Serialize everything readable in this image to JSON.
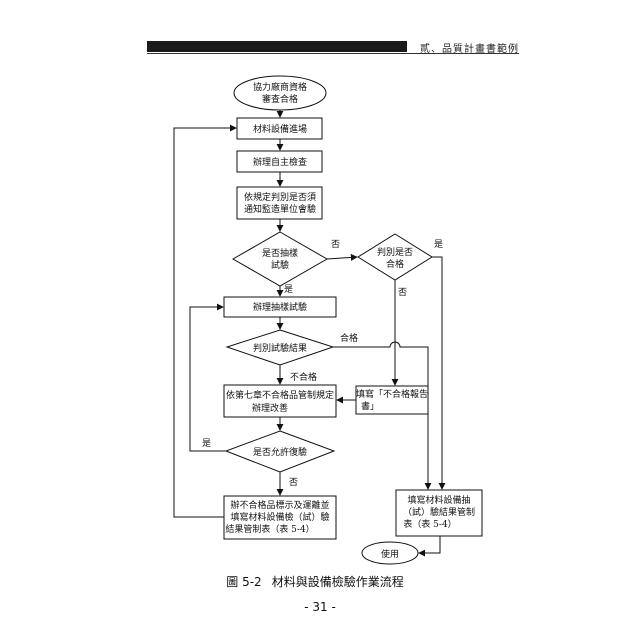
{
  "header": {
    "title": "貳、品質計畫書範例"
  },
  "flowchart": {
    "start": [
      "協力廠商資格",
      "審查合格"
    ],
    "materials_arrive": "材料設備進場",
    "self_check": "辦理自主檢查",
    "notify": [
      "依規定判別是否須",
      "通知監造單位會驗"
    ],
    "sampling_question": [
      "是否抽樣",
      "試驗"
    ],
    "judge_question": [
      "判別是否",
      "合格"
    ],
    "do_sampling": "辦理抽樣試驗",
    "judge_result": "判別試驗結果",
    "nonconform": [
      "依第七章不合格品管制規定",
      "辦理改善"
    ],
    "fail_report": [
      "填寫「不合格報告",
      "書」"
    ],
    "allow_retest": "是否允許復驗",
    "mark": [
      "辦不合格品標示及運離並",
      "填寫材料設備檢（試）驗",
      "結果管制表（表 5-4）"
    ],
    "fill_table": [
      "填寫材料設備抽",
      "（試）驗結果管制",
      "表（表 5-4）"
    ],
    "use": "使用",
    "labels": {
      "yes": "是",
      "no": "否",
      "pass": "合格",
      "fail": "不合格"
    }
  },
  "caption": {
    "figure_no": "圖 5-2",
    "title": "材料與設備檢驗作業流程"
  },
  "page_number": "- 31 -"
}
